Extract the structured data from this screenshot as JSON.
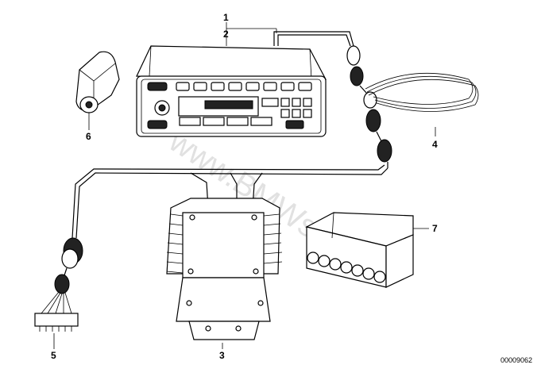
{
  "callouts": {
    "c1": "1",
    "c2": "2",
    "c3": "3",
    "c4": "4",
    "c5": "5",
    "c6": "6",
    "c7": "7"
  },
  "watermark": "www.BMWstore.pl",
  "reference_number": "00009062"
}
